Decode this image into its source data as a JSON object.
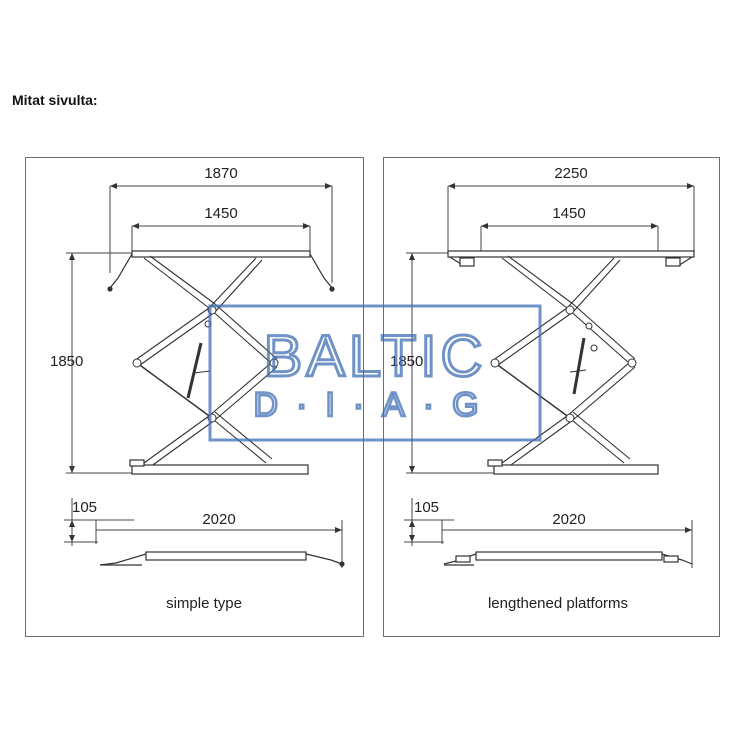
{
  "heading": "Mitat sivulta:",
  "panels": [
    {
      "caption": "simple type",
      "outer_width": "1870",
      "platform_width": "1450",
      "height": "1850",
      "low_height": "105",
      "low_length": "2020"
    },
    {
      "caption": "lengthened platforms",
      "outer_width": "2250",
      "platform_width": "1450",
      "height": "1850",
      "low_height": "105",
      "low_length": "2020"
    }
  ],
  "watermark": {
    "line1": "BALTIC",
    "line2": "D·I·A·G",
    "color": "#3f6fb5"
  }
}
